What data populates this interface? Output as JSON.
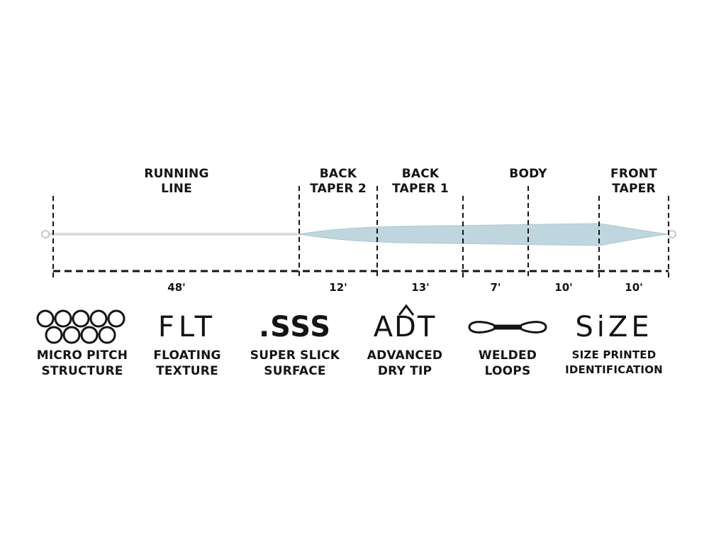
{
  "diagram": {
    "segments": [
      {
        "label": "RUNNING\nLINE",
        "length": "48'"
      },
      {
        "label": "BACK\nTAPER 2",
        "length": "12'"
      },
      {
        "label": "BACK\nTAPER 1",
        "length": "13'"
      },
      {
        "label": "BODY",
        "length": "7'"
      },
      {
        "label": "",
        "length": "10'"
      },
      {
        "label": "FRONT\nTAPER",
        "length": "10'"
      }
    ],
    "colors": {
      "running_line": "#e6e6e6",
      "head": "#bcd4dc",
      "ink": "#141414"
    }
  },
  "features": [
    {
      "name": "micro-pitch",
      "icon": "micro-pitch-circles-icon",
      "caption": "MICRO PITCH\nSTRUCTURE"
    },
    {
      "name": "floating-texture",
      "icon": "flt-icon",
      "icon_text": "FLT",
      "caption": "FLOATING\nTEXTURE"
    },
    {
      "name": "super-slick",
      "icon": "sss-icon",
      "icon_text": ".SSS",
      "caption": "SUPER SLICK\nSURFACE"
    },
    {
      "name": "dry-tip",
      "icon": "adt-drop-icon",
      "icon_text": "ADT",
      "caption": "ADVANCED\nDRY TIP"
    },
    {
      "name": "welded-loops",
      "icon": "welded-loops-icon",
      "caption": "WELDED\nLOOPS"
    },
    {
      "name": "size-printed",
      "icon": "size-icon",
      "icon_text": "SiZE",
      "caption": "SIZE PRINTED\nIDENTIFICATION"
    }
  ]
}
